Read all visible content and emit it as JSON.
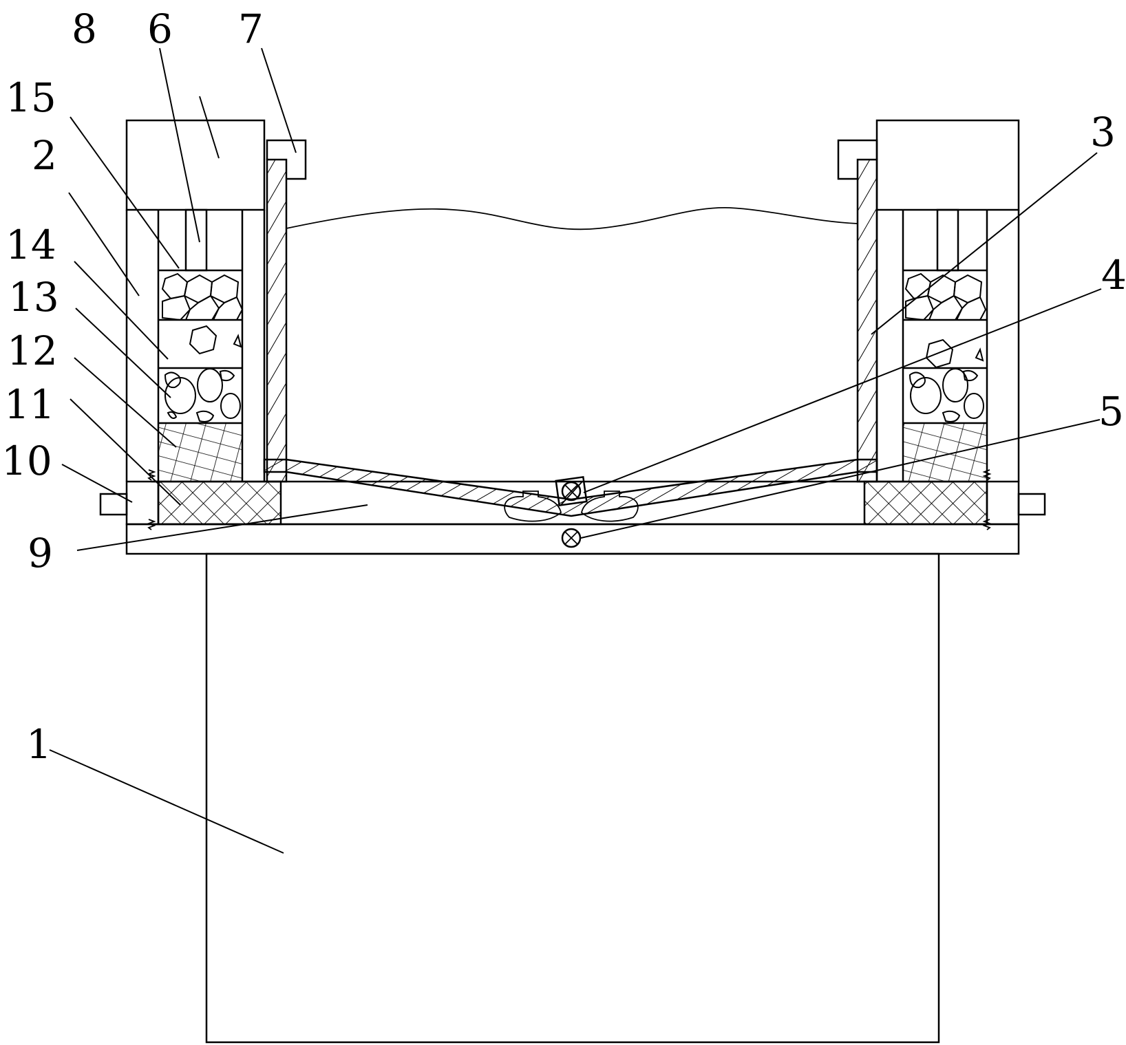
{
  "diagram": {
    "labels": {
      "n1": "1",
      "n2": "2",
      "n3": "3",
      "n4": "4",
      "n5": "5",
      "n6": "6",
      "n7": "7",
      "n8": "8",
      "n9": "9",
      "n10": "10",
      "n11": "11",
      "n12": "12",
      "n13": "13",
      "n14": "14",
      "n15": "15"
    }
  }
}
